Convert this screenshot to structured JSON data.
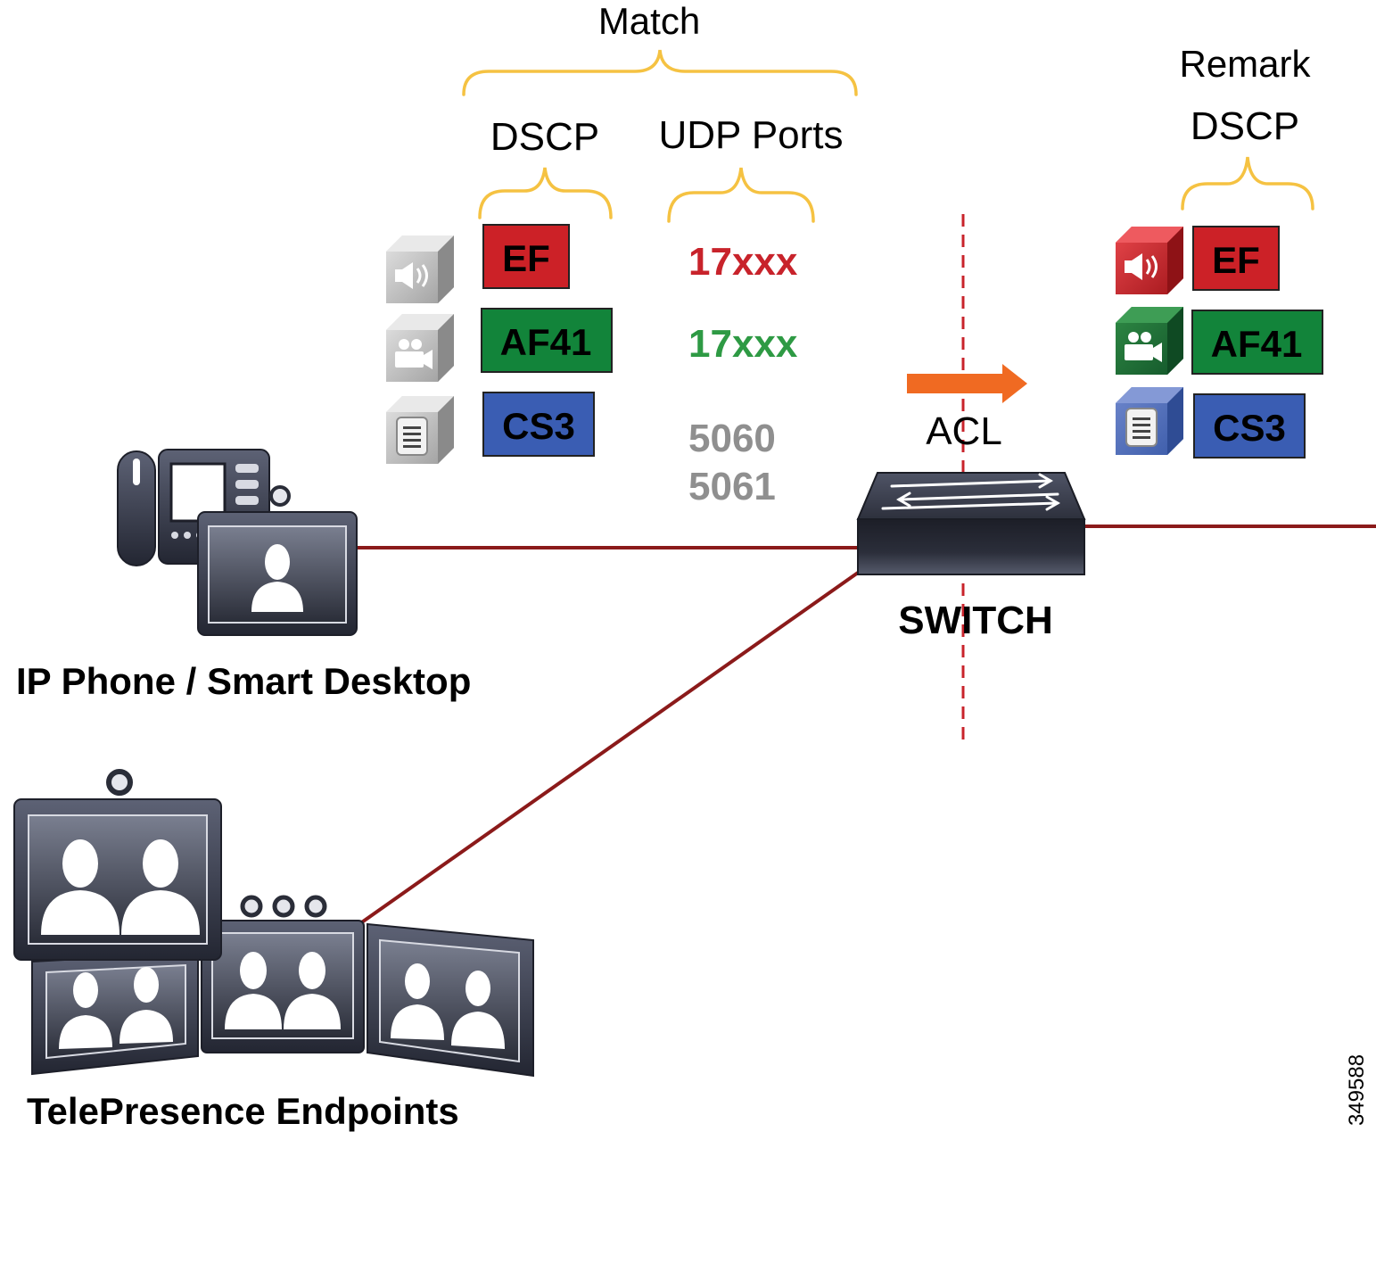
{
  "colors": {
    "link": "#8b1a1a",
    "brace": "#f5c242",
    "ef": "#cc2127",
    "af41": "#12843a",
    "cs3": "#3a5db3",
    "port_voice": "#c8232b",
    "port_video": "#2e9a44",
    "port_sig": "#8f8f8f",
    "acl_arrow": "#f06a22",
    "divider": "#c8232b"
  },
  "match": {
    "title": "Match",
    "dscp_header": "DSCP",
    "udp_header": "UDP Ports",
    "dscp": [
      "EF",
      "AF41",
      "CS3"
    ],
    "ports": {
      "voice": "17xxx",
      "video": "17xxx",
      "signaling": [
        "5060",
        "5061"
      ]
    }
  },
  "remark": {
    "title": "Remark",
    "dscp_header": "DSCP",
    "dscp": [
      "EF",
      "AF41",
      "CS3"
    ]
  },
  "acl_label": "ACL",
  "switch_label": "SWITCH",
  "endpoints": {
    "ip_phone": "IP Phone / Smart Desktop",
    "telepresence": "TelePresence Endpoints"
  },
  "figure_id": "349588",
  "icons": [
    "speaker-icon",
    "video-camera-icon",
    "document-icon",
    "switch-icon",
    "ip-phone-icon",
    "telepresence-icon"
  ]
}
